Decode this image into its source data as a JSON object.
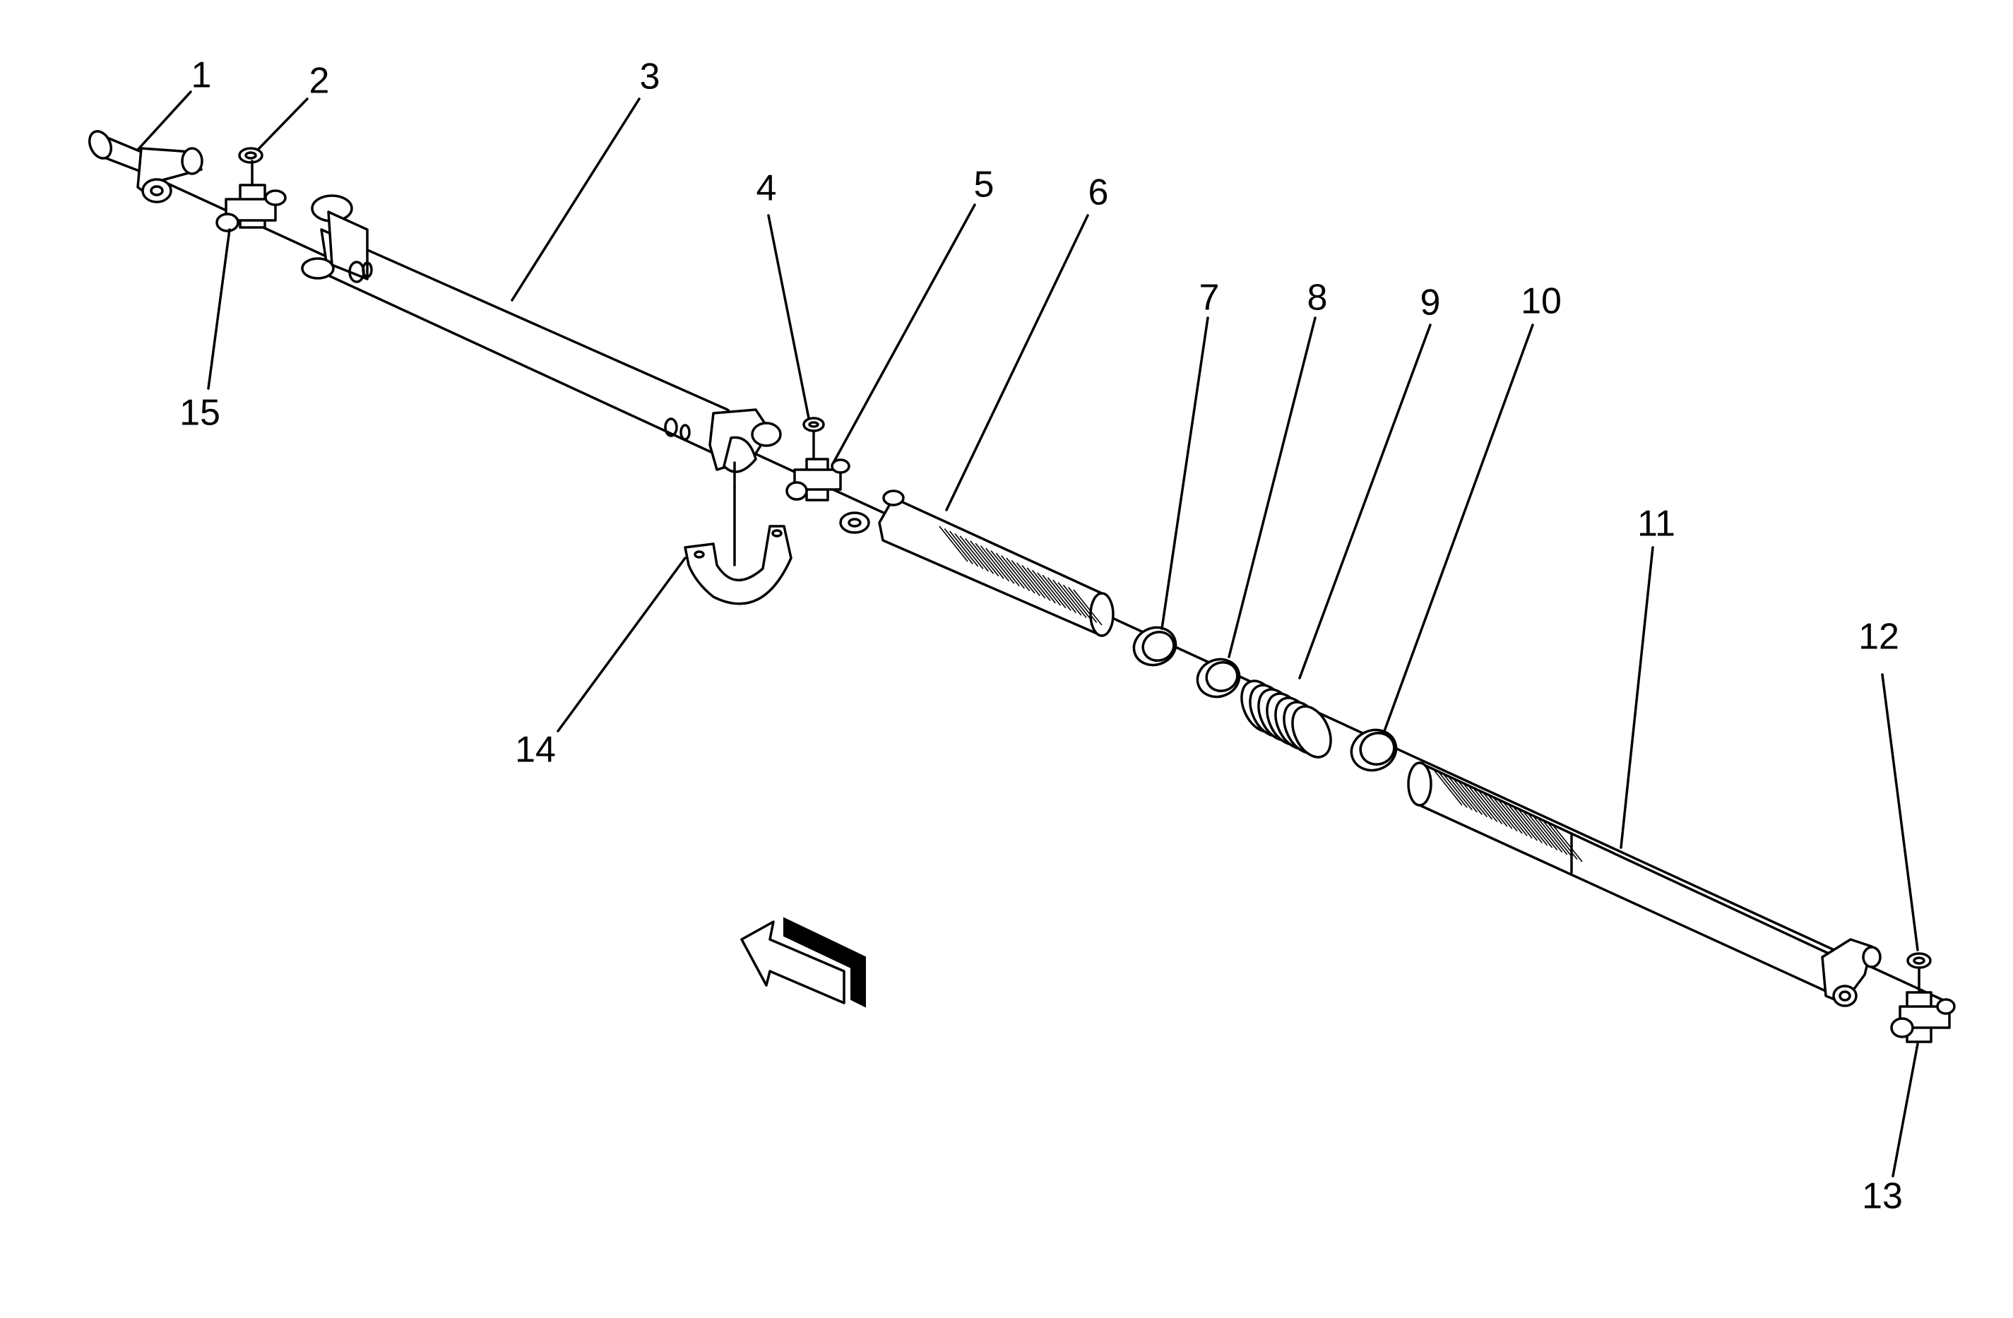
{
  "diagram": {
    "callouts": [
      {
        "id": "1",
        "label": "1"
      },
      {
        "id": "2",
        "label": "2"
      },
      {
        "id": "3",
        "label": "3"
      },
      {
        "id": "4",
        "label": "4"
      },
      {
        "id": "5",
        "label": "5"
      },
      {
        "id": "6",
        "label": "6"
      },
      {
        "id": "7",
        "label": "7"
      },
      {
        "id": "8",
        "label": "8"
      },
      {
        "id": "9",
        "label": "9"
      },
      {
        "id": "10",
        "label": "10"
      },
      {
        "id": "11",
        "label": "11"
      },
      {
        "id": "12",
        "label": "12"
      },
      {
        "id": "13",
        "label": "13"
      },
      {
        "id": "14",
        "label": "14"
      },
      {
        "id": "15",
        "label": "15"
      }
    ],
    "colors": {
      "ink": "#000000",
      "background": "#ffffff"
    }
  }
}
